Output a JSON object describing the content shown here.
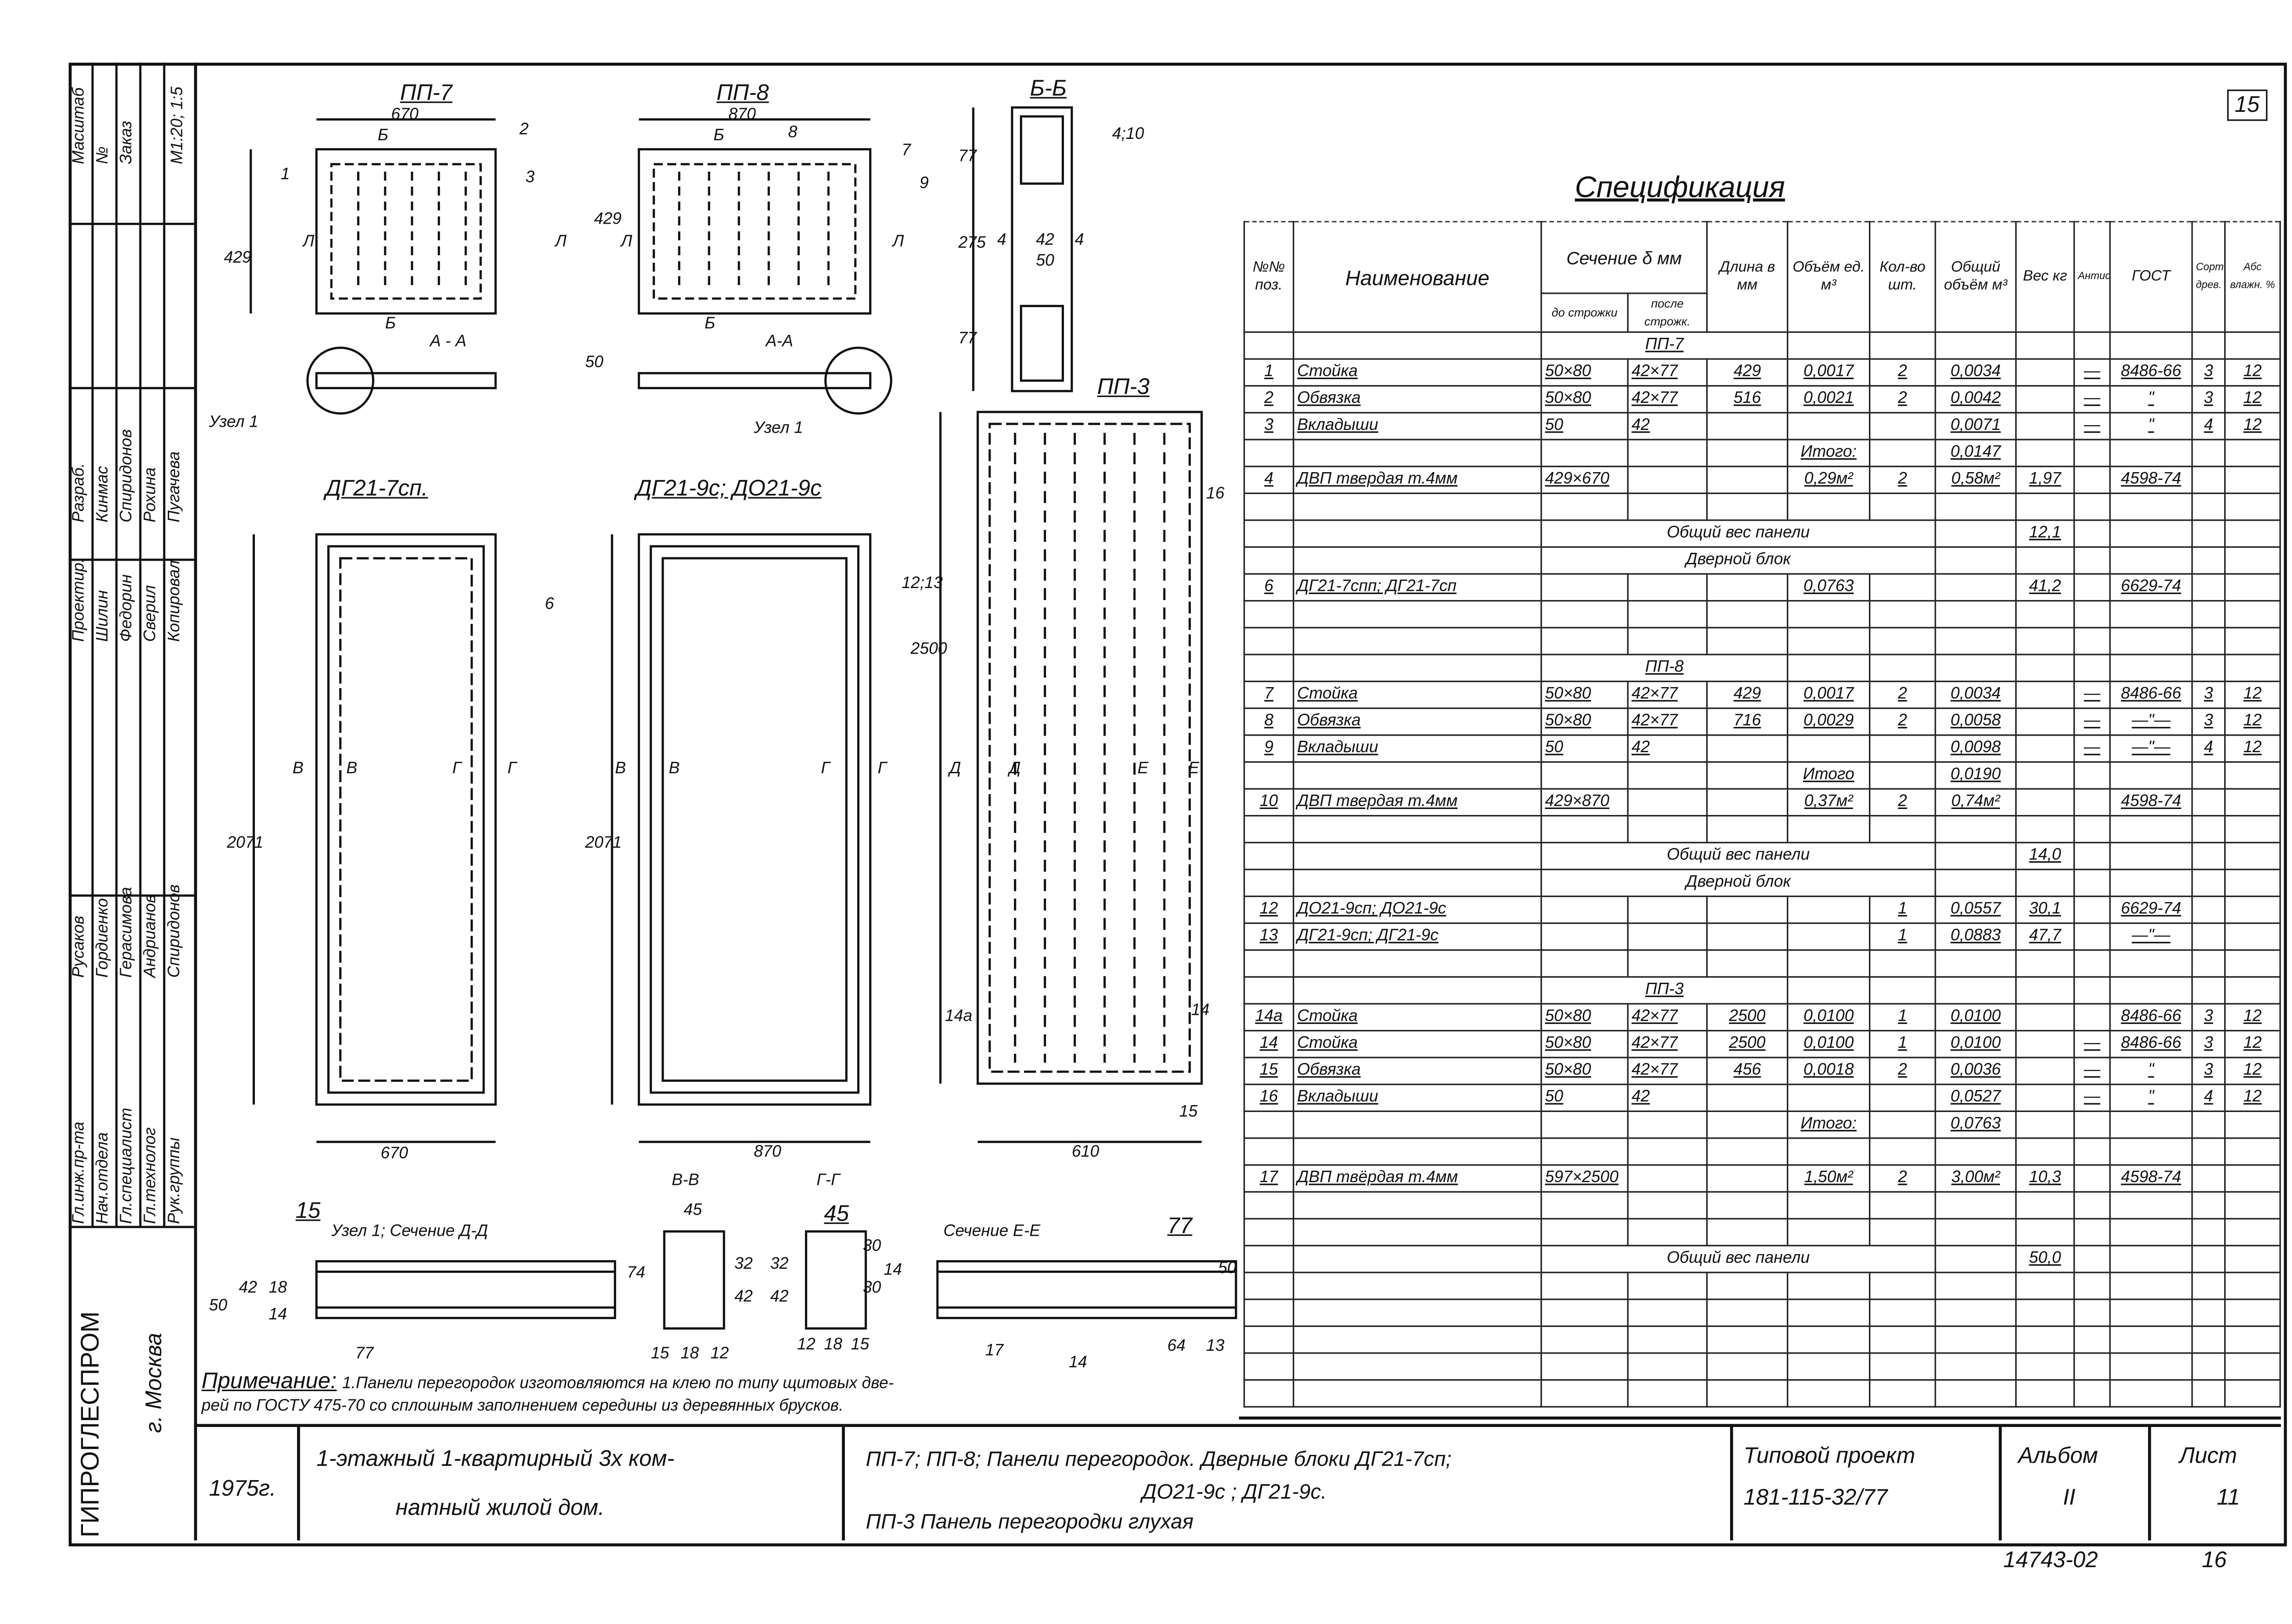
{
  "sheet_number_top": "15",
  "spec": {
    "title": "Спецификация",
    "header": {
      "pos": "№№ поз.",
      "name": "Наименование",
      "section": "Сечение δ мм",
      "section_before": "до строжки",
      "section_after": "после строжк.",
      "length": "Длина в мм",
      "unit_volume": "Объём ед. м³",
      "qty": "Кол-во шт.",
      "total_volume": "Общий объём м³",
      "weight": "Вес кг",
      "antiseptic": "Антисепт.",
      "gost": "ГОСТ",
      "grade": "Сорт древ.",
      "moisture": "Абс влажн. %"
    },
    "rows": [
      {
        "section": "ПП-7"
      },
      [
        "1",
        "Стойка",
        "50×80",
        "42×77",
        "429",
        "0,0017",
        "2",
        "0,0034",
        "",
        "—",
        "8486-66",
        "3",
        "12"
      ],
      [
        "2",
        "Обвязка",
        "50×80",
        "42×77",
        "516",
        "0,0021",
        "2",
        "0,0042",
        "",
        "—",
        "\"",
        "3",
        "12"
      ],
      [
        "3",
        "Вкладыши",
        "50",
        "42",
        "",
        "",
        "",
        "0,0071",
        "",
        "—",
        "\"",
        "4",
        "12"
      ],
      [
        "",
        "",
        "",
        "",
        "",
        "Итого:",
        "",
        "0,0147",
        "",
        "",
        "",
        "",
        ""
      ],
      [
        "4",
        "ДВП твердая т.4мм",
        "429×670",
        "",
        "",
        "0,29м²",
        "2",
        "0,58м²",
        "1,97",
        "",
        "4598-74",
        "",
        ""
      ],
      [
        "",
        "",
        "",
        "",
        "",
        "",
        "",
        "",
        "",
        "",
        "",
        "",
        ""
      ],
      {
        "label": "Общий вес панели",
        "wt": "12,1"
      },
      {
        "label": "Дверной блок"
      },
      [
        "6",
        "ДГ21-7спп; ДГ21-7сп",
        "",
        "",
        "",
        "0,0763",
        "",
        "",
        "41,2",
        "",
        "6629-74",
        "",
        ""
      ],
      [
        "",
        "",
        "",
        "",
        "",
        "",
        "",
        "",
        "",
        "",
        "",
        "",
        ""
      ],
      [
        "",
        "",
        "",
        "",
        "",
        "",
        "",
        "",
        "",
        "",
        "",
        "",
        ""
      ],
      {
        "section": "ПП-8"
      },
      [
        "7",
        "Стойка",
        "50×80",
        "42×77",
        "429",
        "0,0017",
        "2",
        "0,0034",
        "",
        "—",
        "8486-66",
        "3",
        "12"
      ],
      [
        "8",
        "Обвязка",
        "50×80",
        "42×77",
        "716",
        "0,0029",
        "2",
        "0,0058",
        "",
        "—",
        "—\"—",
        "3",
        "12"
      ],
      [
        "9",
        "Вкладыши",
        "50",
        "42",
        "",
        "",
        "",
        "0,0098",
        "",
        "—",
        "—\"—",
        "4",
        "12"
      ],
      [
        "",
        "",
        "",
        "",
        "",
        "Итого",
        "",
        "0,0190",
        "",
        "",
        "",
        "",
        ""
      ],
      [
        "10",
        "ДВП твердая т.4мм",
        "429×870",
        "",
        "",
        "0,37м²",
        "2",
        "0,74м²",
        "",
        "",
        "4598-74",
        "",
        ""
      ],
      [
        "",
        "",
        "",
        "",
        "",
        "",
        "",
        "",
        "",
        "",
        "",
        "",
        ""
      ],
      {
        "label": "Общий вес панели",
        "wt": "14,0"
      },
      {
        "label": "Дверной блок"
      },
      [
        "12",
        "ДО21-9сп; ДО21-9с",
        "",
        "",
        "",
        "",
        "1",
        "0,0557",
        "30,1",
        "",
        "6629-74",
        "",
        ""
      ],
      [
        "13",
        "ДГ21-9сп; ДГ21-9с",
        "",
        "",
        "",
        "",
        "1",
        "0,0883",
        "47,7",
        "",
        "—\"—",
        "",
        ""
      ],
      [
        "",
        "",
        "",
        "",
        "",
        "",
        "",
        "",
        "",
        "",
        "",
        "",
        ""
      ],
      {
        "section": "ПП-3"
      },
      [
        "14а",
        "Стойка",
        "50×80",
        "42×77",
        "2500",
        "0,0100",
        "1",
        "0,0100",
        "",
        "",
        "8486-66",
        "3",
        "12"
      ],
      [
        "14",
        "Стойка",
        "50×80",
        "42×77",
        "2500",
        "0,0100",
        "1",
        "0,0100",
        "",
        "—",
        "8486-66",
        "3",
        "12"
      ],
      [
        "15",
        "Обвязка",
        "50×80",
        "42×77",
        "456",
        "0,0018",
        "2",
        "0,0036",
        "",
        "—",
        "\"",
        "3",
        "12"
      ],
      [
        "16",
        "Вкладыши",
        "50",
        "42",
        "",
        "",
        "",
        "0,0527",
        "",
        "—",
        "\"",
        "4",
        "12"
      ],
      [
        "",
        "",
        "",
        "",
        "",
        "Итого:",
        "",
        "0,0763",
        "",
        "",
        "",
        "",
        ""
      ],
      [
        "",
        "",
        "",
        "",
        "",
        "",
        "",
        "",
        "",
        "",
        "",
        "",
        ""
      ],
      [
        "17",
        "ДВП твёрдая т.4мм",
        "597×2500",
        "",
        "",
        "1,50м²",
        "2",
        "3,00м²",
        "10,3",
        "",
        "4598-74",
        "",
        ""
      ],
      [
        "",
        "",
        "",
        "",
        "",
        "",
        "",
        "",
        "",
        "",
        "",
        "",
        ""
      ],
      [
        "",
        "",
        "",
        "",
        "",
        "",
        "",
        "",
        "",
        "",
        "",
        "",
        ""
      ],
      {
        "label": "Общий вес панели",
        "wt": "50,0"
      },
      [
        "",
        "",
        "",
        "",
        "",
        "",
        "",
        "",
        "",
        "",
        "",
        "",
        ""
      ],
      [
        "",
        "",
        "",
        "",
        "",
        "",
        "",
        "",
        "",
        "",
        "",
        "",
        ""
      ],
      [
        "",
        "",
        "",
        "",
        "",
        "",
        "",
        "",
        "",
        "",
        "",
        "",
        ""
      ],
      [
        "",
        "",
        "",
        "",
        "",
        "",
        "",
        "",
        "",
        "",
        "",
        "",
        ""
      ],
      [
        "",
        "",
        "",
        "",
        "",
        "",
        "",
        "",
        "",
        "",
        "",
        "",
        ""
      ]
    ]
  },
  "drawings": {
    "labels": [
      "ПП-7",
      "670",
      "429",
      "1",
      "2",
      "3",
      "Б",
      "Б",
      "Л",
      "Л",
      "429",
      "А - А",
      "Узел 1",
      "ПП-8",
      "870",
      "Б",
      "8",
      "7",
      "9",
      "Л",
      "Л",
      "Б",
      "А-А",
      "50",
      "Узел 1",
      "Б-Б",
      "4;10",
      "77",
      "275",
      "42",
      "50",
      "77",
      "4",
      "4",
      "ПП-3",
      "16",
      "2500",
      "ДГ21-7сп.",
      "6",
      "2071",
      "В",
      "В",
      "Г",
      "Г",
      "ДГ21-9с; ДО21-9с",
      "12;13",
      "2071",
      "В",
      "В",
      "Г",
      "Г",
      "Д",
      "Д",
      "Е",
      "Е",
      "14а",
      "14",
      "15",
      "670",
      "870",
      "610",
      "Узел 1; Сечение Д-Д",
      "15",
      "В-В",
      "45",
      "74",
      "32",
      "42",
      "15",
      "18",
      "12",
      "Г-Г",
      "45",
      "32",
      "42",
      "30",
      "30",
      "14",
      "12",
      "18",
      "15",
      "Сечение Е-Е",
      "77",
      "50",
      "17",
      "14",
      "64",
      "13",
      "77",
      "50",
      "42",
      "18",
      "14"
    ]
  },
  "note": {
    "label": "Примечание:",
    "text1": "1.Панели перегородок изготовляются на клею по типу щитовых две-",
    "text2": "рей по ГОСТУ 475-70 со сплошным заполнением середины из деревянных брусков."
  },
  "title_block": {
    "year": "1975г.",
    "object_line1": "1-этажный 1-квартирный 3х ком-",
    "object_line2": "натный жилой дом.",
    "sheet_line1": "ПП-7; ПП-8; Панели перегородок. Дверные блоки ДГ21-7сп;",
    "sheet_line2": "ДО21-9с ; ДГ21-9с.",
    "sheet_line3": "ПП-3 Панель перегородки глухая",
    "project_label": "Типовой проект",
    "project_number": "181-115-32/77",
    "album_label": "Альбом",
    "album_value": "II",
    "sheet_label": "Лист",
    "sheet_value": "11"
  },
  "bottom": {
    "archive_number": "14743-02",
    "page": "16"
  },
  "stamp": {
    "org": "ГИПРОГЛЕСПРОМ",
    "city": "г. Москва",
    "roles": [
      "Гл.инж.пр-та",
      "Нач.отдела",
      "Гл.специалист",
      "Гл.технолог",
      "Рук.группы"
    ],
    "names": [
      "Русаков",
      "Гордиенко",
      "Герасимова",
      "Андрианов",
      "Спиридонов"
    ],
    "roles2": [
      "Проектир.",
      "Шилин",
      "Федорин",
      "Сверил",
      "Копировал"
    ],
    "names2": [
      "Разраб.",
      "Кинмас",
      "Спиридонов",
      "Рохина",
      "Пугачева"
    ],
    "scale_label": "Масштаб",
    "scale": "М1:20; 1:5",
    "order_label": "Заказ",
    "order": "№"
  }
}
